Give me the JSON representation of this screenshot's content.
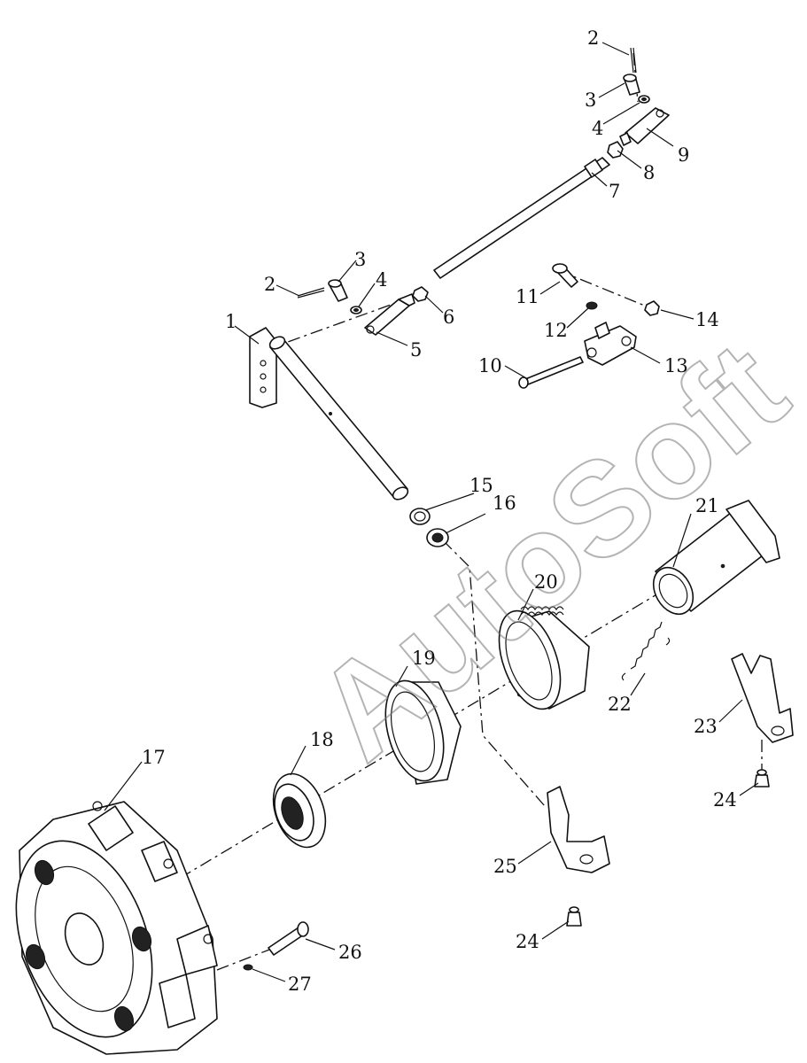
{
  "watermark": "AutoSoft",
  "callouts": {
    "c1": "1",
    "c2a": "2",
    "c2b": "2",
    "c3a": "3",
    "c3b": "3",
    "c4a": "4",
    "c4b": "4",
    "c5": "5",
    "c6": "6",
    "c7": "7",
    "c8": "8",
    "c9": "9",
    "c10": "10",
    "c11": "11",
    "c12": "12",
    "c13": "13",
    "c14": "14",
    "c15": "15",
    "c16": "16",
    "c17": "17",
    "c18": "18",
    "c19": "19",
    "c20": "20",
    "c21": "21",
    "c22": "22",
    "c23": "23",
    "c24a": "24",
    "c24b": "24",
    "c25": "25",
    "c26": "26",
    "c27": "27"
  }
}
